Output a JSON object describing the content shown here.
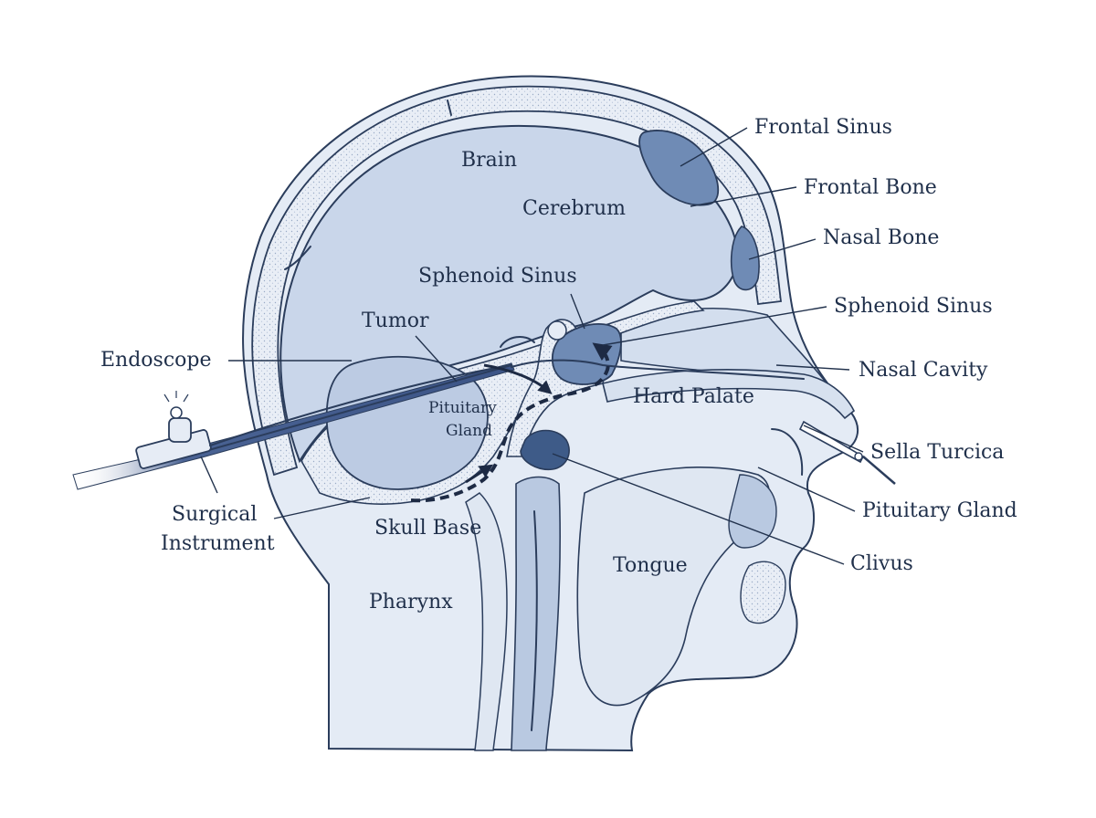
{
  "labels": {
    "frontal_sinus": "Frontal Sinus",
    "frontal_bone": "Frontal Bone",
    "nasal_bone": "Nasal Bone",
    "sphenoid_sinus_right": "Sphenoid Sinus",
    "nasal_cavity": "Nasal Cavity",
    "sella_turcica": "Sella Turcica",
    "pituitary_gland_right": "Pituitary Gland",
    "clivus": "Clivus",
    "brain": "Brain",
    "cerebrum": "Cerebrum",
    "sphenoid_sinus_center": "Sphenoid Sinus",
    "tumor": "Tumor",
    "endoscope": "Endoscope",
    "pituitary_gland_inner_line1": "Pituitary",
    "pituitary_gland_inner_line2": "Gland",
    "hard_palate": "Hard Palate",
    "surgical_instrument_line1": "Surgical",
    "surgical_instrument_line2": "Instrument",
    "skull_base": "Skull Base",
    "tongue": "Tongue",
    "pharynx": "Pharynx"
  },
  "colors": {
    "outline": "#2b3d5c",
    "text": "#1f2f4a",
    "brain_fill": "#c9d6ea",
    "sinus_fill": "#6f8bb5",
    "bone_fill": "#e6ecf5",
    "tissue_fill": "#dfe7f2",
    "tumor_fill": "#3e5b88",
    "endoscope_fill": "#4a6394",
    "path_color": "#1d2a44"
  }
}
